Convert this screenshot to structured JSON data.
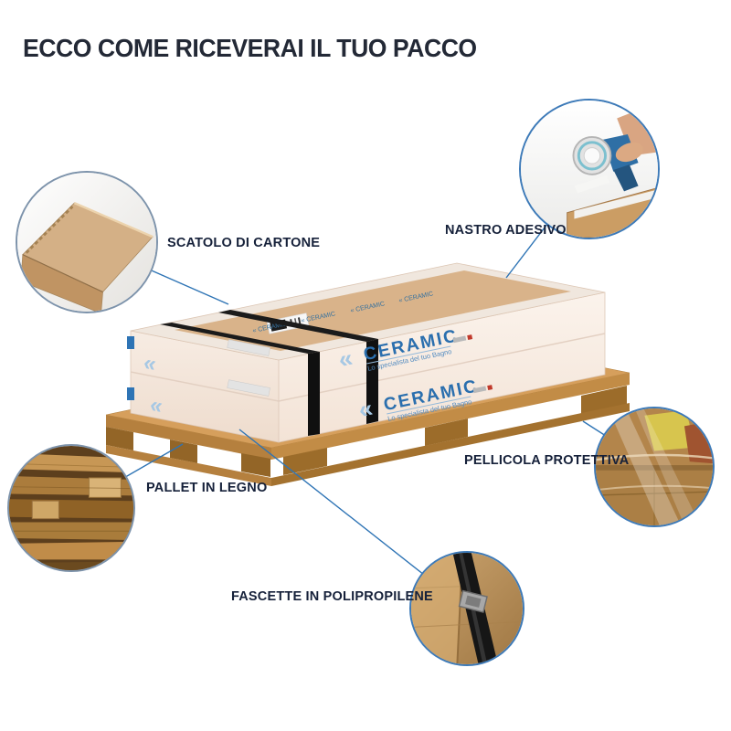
{
  "title": "ECCO COME RICEVERAI IL TUO PACCO",
  "callouts": {
    "scatolo": {
      "label": "SCATOLO DI CARTONE",
      "photo": "cardboard-box-corner"
    },
    "nastro": {
      "label": "NASTRO ADESIVO",
      "photo": "tape-dispenser-on-box"
    },
    "pallet": {
      "label": "PALLET IN LEGNO",
      "photo": "wooden-pallet-closeup"
    },
    "pellicola": {
      "label": "PELLICOLA PROTETTIVA",
      "photo": "shrink-wrapped-pallet"
    },
    "fascette": {
      "label": "FASCETTE IN POLIPROPILENE",
      "photo": "black-strap-on-box"
    }
  },
  "package": {
    "brand": "CERAMIC",
    "tagline": "Lo specialista del tuo Bagno",
    "chevron": "«",
    "top_mark": "« CERAMIC"
  },
  "colors": {
    "accent_blue": "#2e74b5",
    "brand_blue": "#2b6fae",
    "label_text": "#16213a",
    "cardboard": "#d9b38a",
    "wood": "#d69f5c",
    "strap_black": "#1b1b1b",
    "film_white": "#f7efe9"
  }
}
